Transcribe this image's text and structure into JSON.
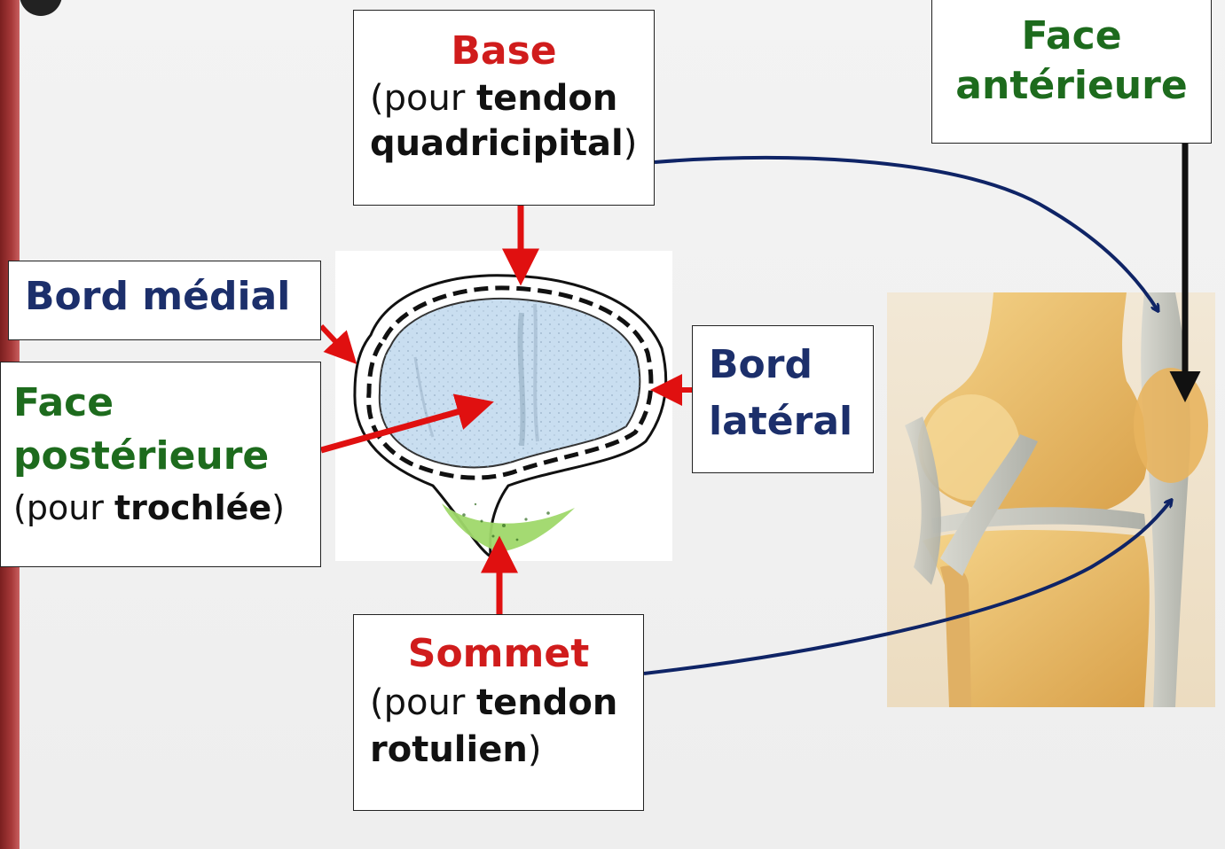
{
  "labels": {
    "base": {
      "title": "Base",
      "paren_open": "(pour ",
      "bold_text": "tendon",
      "line2_bold": "quadricipital",
      "paren_close": ")"
    },
    "face_anterieure": {
      "line1": "Face",
      "line2": "antérieure"
    },
    "bord_medial": {
      "text": "Bord médial"
    },
    "face_posterieure": {
      "line1": "Face",
      "line2": "postérieure",
      "paren_open": "(pour ",
      "bold_text": "trochlée",
      "paren_close": ")"
    },
    "bord_lateral": {
      "line1": "Bord",
      "line2": "latéral"
    },
    "sommet": {
      "title": "Sommet",
      "paren_open": "(pour ",
      "bold_text": "tendon",
      "line2_bold": "rotulien",
      "paren_close": ")"
    }
  },
  "colors": {
    "red_label": "#d01c1c",
    "navy_label": "#1c2f6b",
    "green_label": "#1d6b1d",
    "arrow_red": "#e01010",
    "arrow_navy": "#0f2466",
    "patella_fill": "#c9def0"
  }
}
